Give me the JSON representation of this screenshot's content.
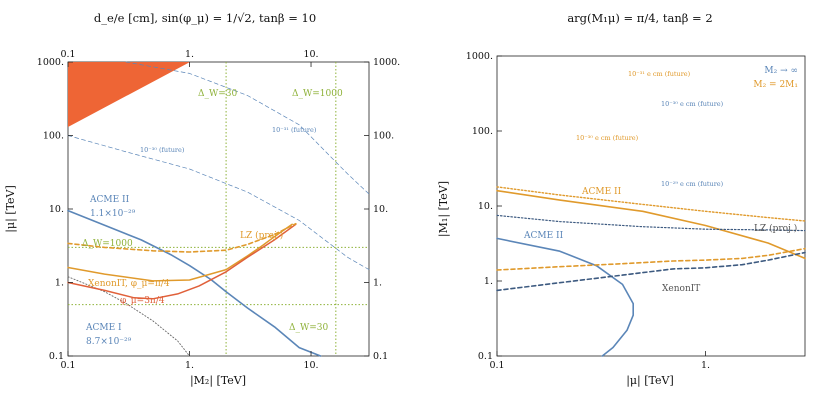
{
  "chart_data": [
    {
      "type": "line",
      "title": "d_e/e [cm], sin(φ_μ) = 1/√2, tanβ = 10",
      "xlabel": "|M₂| [TeV]",
      "ylabel": "|μ| [TeV]",
      "xscale": "log",
      "yscale": "log",
      "xlim": [
        0.1,
        30
      ],
      "ylim": [
        0.1,
        1000
      ],
      "xticks": [
        "0.1",
        "1.",
        "10."
      ],
      "yticks": [
        "0.1",
        "1.",
        "10.",
        "100.",
        "1000."
      ],
      "colors": {
        "acme": "#5b86b8",
        "xenon": "#e09a2c",
        "xenon_phi3": "#e0603a",
        "delta": "#8fb23a",
        "excluded": "#ee6535"
      },
      "annotations": {
        "acme2_name": "ACME II",
        "acme2_val": "1.1×10⁻²⁹",
        "acme1_name": "ACME I",
        "acme1_val": "8.7×10⁻²⁹",
        "future30": "10⁻³⁰ (future)",
        "future31": "10⁻³¹ (future)",
        "xenon_name": "XenonIT, φ_μ=π/4",
        "xenon_phi": "φ_μ=3π/4",
        "lz": "LZ (proj.)",
        "delta30a": "Δ_W=30",
        "delta1000a": "Δ_W=1000",
        "delta1000b": "Δ_W=1000",
        "delta30b": "Δ_W=30"
      },
      "series": [
        {
          "name": "ACME II",
          "x": [
            0.1,
            0.2,
            0.4,
            0.7,
            1.0,
            1.5,
            2.0,
            3.0,
            5.0,
            8.0,
            12.0
          ],
          "y": [
            9.5,
            6.0,
            3.8,
            2.4,
            1.7,
            1.1,
            0.75,
            0.45,
            0.25,
            0.13,
            0.1
          ]
        },
        {
          "name": "ACME I",
          "x": [
            0.1,
            0.2,
            0.3,
            0.5,
            0.8,
            1.0
          ],
          "y": [
            1.2,
            0.75,
            0.52,
            0.3,
            0.16,
            0.1
          ]
        },
        {
          "name": "10⁻³⁰ (future)",
          "x": [
            0.1,
            0.3,
            1.0,
            3.0,
            8.0,
            20.0,
            30.0
          ],
          "y": [
            100,
            60,
            35,
            17,
            7,
            2.2,
            1.5
          ]
        },
        {
          "name": "10⁻³¹ (future)",
          "x": [
            0.3,
            1.0,
            3.0,
            8.0,
            20.0,
            30.0
          ],
          "y": [
            1000,
            700,
            350,
            140,
            30,
            16
          ]
        },
        {
          "name": "XenonIT, φ_μ=π/4",
          "x": [
            0.1,
            0.2,
            0.5,
            1.0,
            2.0,
            3.0,
            4.0,
            5.0,
            6.0,
            7.0
          ],
          "y": [
            1.6,
            1.3,
            1.05,
            1.08,
            1.5,
            2.3,
            3.2,
            4.2,
            5.2,
            6.2
          ]
        },
        {
          "name": "φ_μ=3π/4",
          "x": [
            0.1,
            0.2,
            0.35,
            0.5,
            0.8,
            1.2,
            2.0,
            3.0,
            5.0,
            7.5
          ],
          "y": [
            1.0,
            0.78,
            0.62,
            0.6,
            0.7,
            0.9,
            1.4,
            2.2,
            3.8,
            6.2
          ]
        },
        {
          "name": "LZ (proj.)",
          "x": [
            0.1,
            0.2,
            0.5,
            1.0,
            2.0,
            3.0,
            5.0,
            7.5
          ],
          "y": [
            3.4,
            3.0,
            2.7,
            2.6,
            2.75,
            3.3,
            4.5,
            6.3
          ]
        }
      ]
    },
    {
      "type": "line",
      "title": "arg(M₁μ) = π/4, tanβ = 2",
      "xlabel": "|μ| [TeV]",
      "ylabel": "|M₁| [TeV]",
      "xscale": "log",
      "yscale": "log",
      "xlim": [
        0.1,
        3
      ],
      "ylim": [
        0.1,
        1000
      ],
      "xticks": [
        "0.1",
        "1."
      ],
      "yticks": [
        "0.1",
        "1.",
        "10.",
        "100.",
        "1000."
      ],
      "colors": {
        "m2_inf": "#5b86b8",
        "m2_2m1": "#e09a2c",
        "dark": "#333333"
      },
      "legend": {
        "m2_inf": "M₂ → ∞",
        "m2_2m1": "M₂ = 2M₁"
      },
      "annotations": {
        "acme2_orange": "ACME II",
        "acme2_blue": "ACME II",
        "lz": "LZ (proj.)",
        "xenon": "XenonIT",
        "f31": "10⁻³¹ e cm (future)",
        "f30_blue": "10⁻³⁰ e cm (future)",
        "f30_orange": "10⁻³⁰ e cm (future)",
        "f29_blue": "10⁻²⁹ e cm (future)"
      },
      "series": [
        {
          "name": "ACME II (M₂ = 2M₁)",
          "x": [
            0.1,
            0.2,
            0.5,
            1.0,
            2.0,
            3.0
          ],
          "y": [
            16,
            12,
            8.5,
            5.5,
            3.2,
            2.0
          ]
        },
        {
          "name": "ACME II (M₂ → ∞)",
          "x": [
            0.1,
            0.2,
            0.3,
            0.4,
            0.45,
            0.45,
            0.42,
            0.36,
            0.32
          ],
          "y": [
            3.7,
            2.5,
            1.6,
            0.9,
            0.5,
            0.35,
            0.22,
            0.13,
            0.1
          ]
        },
        {
          "name": "LZ (proj.) (M₂ = 2M₁)",
          "x": [
            0.1,
            0.2,
            0.5,
            1.0,
            2.0,
            3.0
          ],
          "y": [
            18,
            14,
            10.5,
            8.5,
            7.0,
            6.3
          ]
        },
        {
          "name": "LZ (proj.) (M₂ → ∞)",
          "x": [
            0.1,
            0.2,
            0.5,
            1.0,
            2.0,
            3.0
          ],
          "y": [
            7.5,
            6.2,
            5.3,
            4.9,
            4.8,
            4.7
          ]
        },
        {
          "name": "XenonIT (M₂ → ∞)",
          "x": [
            0.1,
            0.2,
            0.4,
            0.7,
            1.0,
            1.5,
            2.0,
            3.0
          ],
          "y": [
            0.75,
            0.95,
            1.2,
            1.45,
            1.5,
            1.65,
            1.9,
            2.4
          ]
        },
        {
          "name": "XenonIT (M₂ = 2M₁)",
          "x": [
            0.1,
            0.2,
            0.4,
            0.7,
            1.0,
            1.5,
            2.0,
            3.0
          ],
          "y": [
            1.4,
            1.55,
            1.7,
            1.85,
            1.9,
            2.0,
            2.2,
            2.7
          ]
        }
      ]
    }
  ]
}
